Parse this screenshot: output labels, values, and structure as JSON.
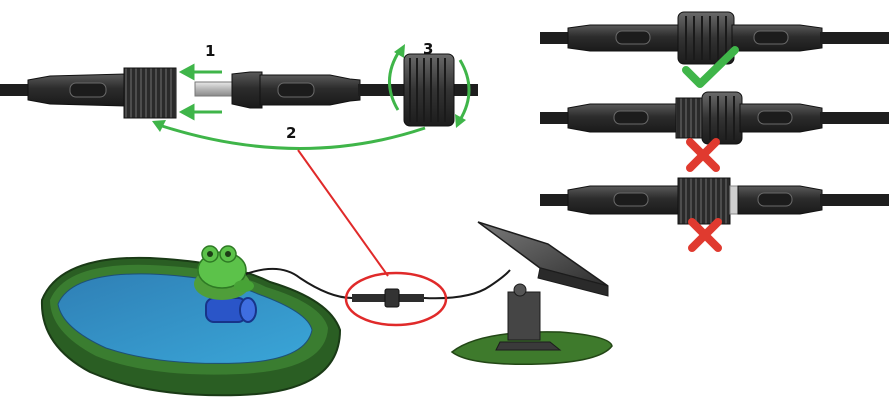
{
  "steps": [
    {
      "number": "1"
    },
    {
      "number": "2"
    },
    {
      "number": "3"
    }
  ],
  "status": {
    "correct": "check-mark-icon",
    "wrong_partial": "cross-mark-icon",
    "wrong_gap": "cross-mark-icon"
  },
  "colors": {
    "arrow_green": "#3fb549",
    "check_green": "#3fb549",
    "cross_red": "#e03a2f",
    "callout_red": "#e02a2a",
    "connector_dark": "#2d2d2d",
    "pond_water": "#2e8fc4",
    "pond_grass": "#2f6a2a",
    "frog_green": "#5cc24a",
    "pump_blue": "#2a55c8",
    "panel_grey": "#505050"
  }
}
